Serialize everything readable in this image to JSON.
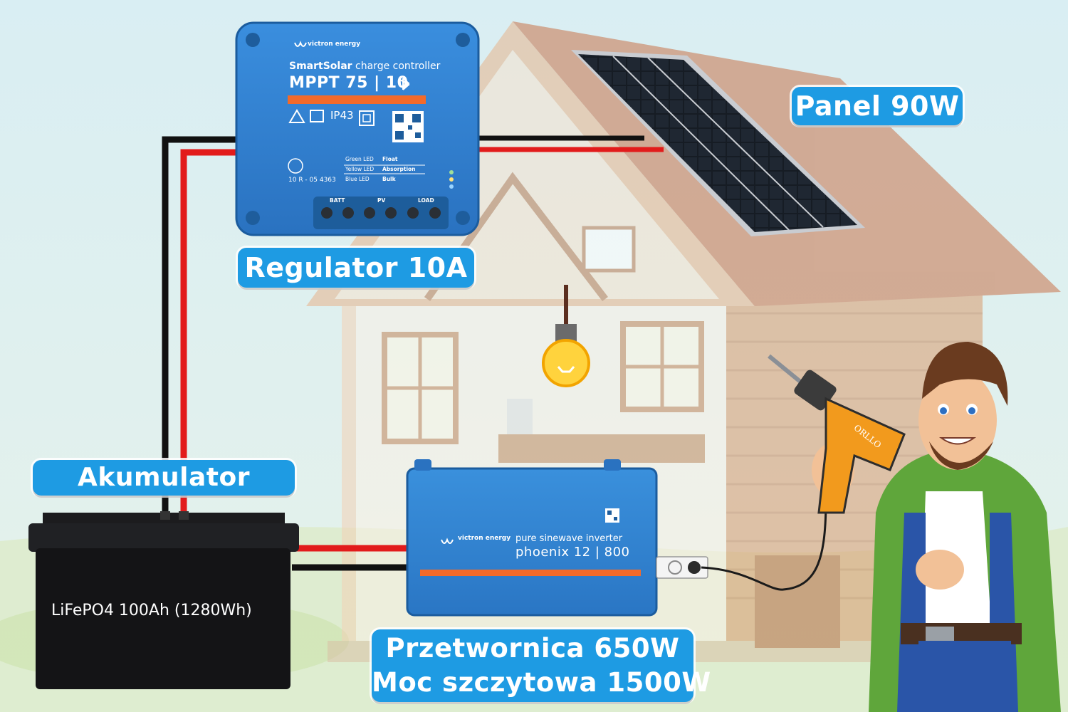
{
  "labels": {
    "panel": "Panel 90W",
    "regulator": "Regulator 10A",
    "battery": "Akumulator",
    "inverter_line1": "Przetwornica 650W",
    "inverter_line2": "Moc szczytowa 1500W"
  },
  "battery": {
    "spec": "LiFePO4  100Ah  (1280Wh)"
  },
  "charge_controller": {
    "brand": "victron energy",
    "series_bold": "SmartSolar",
    "series_rest": " charge controller",
    "model": "MPPT 75 | 10",
    "ip_rating": "IP43",
    "certification": "10 R - 05 4363",
    "leds": [
      {
        "color": "Green LED",
        "state": "Float"
      },
      {
        "color": "Yellow LED",
        "state": "Absorption"
      },
      {
        "color": "Blue LED",
        "state": "Bulk"
      }
    ],
    "terminals": [
      "BATT",
      "PV",
      "LOAD"
    ]
  },
  "inverter": {
    "brand": "victron energy",
    "type": "pure sinewave inverter",
    "model": "phoenix 12 | 800"
  },
  "drill": {
    "brand": "ORLLO"
  },
  "colors": {
    "sky": "#d5ecf2",
    "callout": "#1e9be3",
    "wire_positive": "#e21b1b",
    "wire_negative": "#111111",
    "victron_blue": "#2f7fcc",
    "accent_orange": "#f26a2a"
  },
  "icons": [
    "solar-panel-icon",
    "light-bulb-icon",
    "power-socket-icon",
    "drill-icon",
    "bluetooth-icon",
    "qr-code-icon"
  ]
}
